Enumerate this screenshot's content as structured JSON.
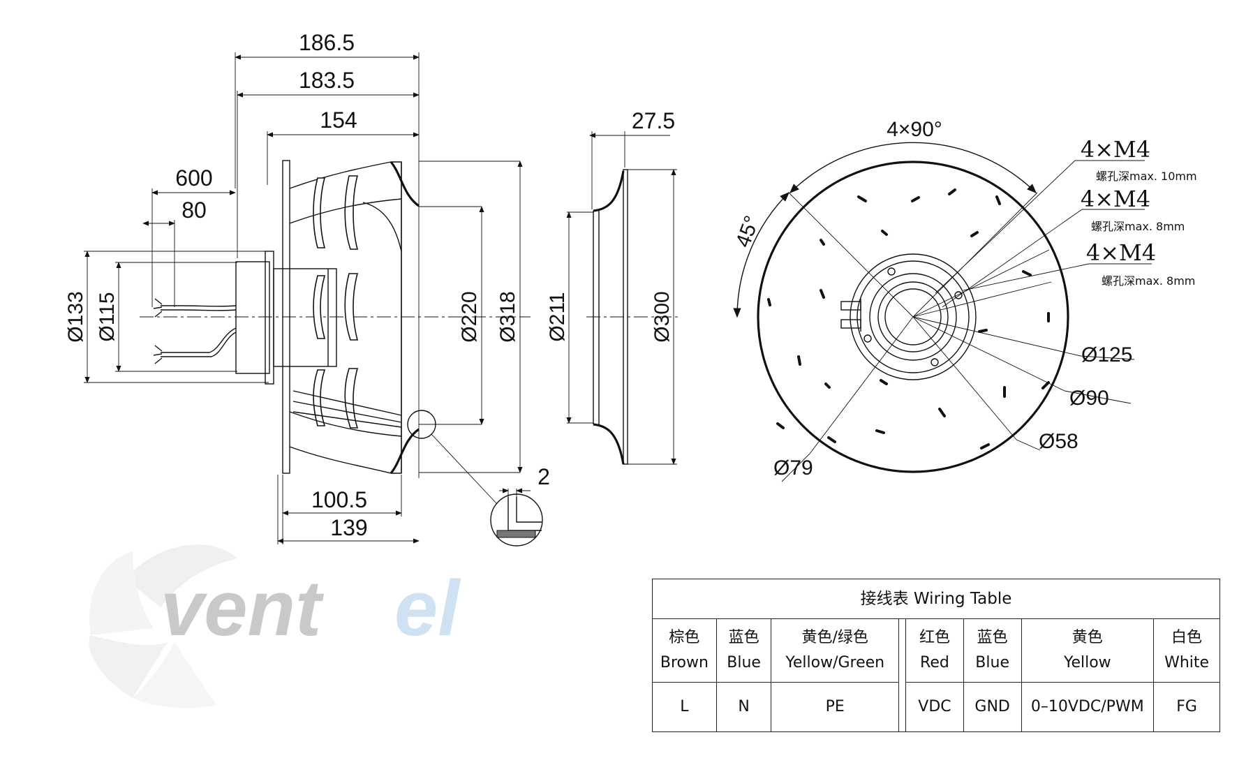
{
  "side_view": {
    "dims_top": [
      "186.5",
      "183.5",
      "154"
    ],
    "dims_cable": [
      "600",
      "80"
    ],
    "dims_left": [
      "Ø133",
      "Ø115"
    ],
    "dims_inner": [
      "Ø220",
      "Ø318"
    ],
    "dims_bottom": [
      "100.5",
      "139"
    ],
    "detail_dim": "2"
  },
  "inlet_view": {
    "dim_top": "27.5",
    "dims": [
      "Ø211",
      "Ø300"
    ]
  },
  "front_view": {
    "angle_top": "4×90°",
    "angle_left": "45°",
    "threads": [
      {
        "label": "4×M4",
        "note": "螺孔深max. 10mm"
      },
      {
        "label": "4×M4",
        "note": "螺孔深max. 8mm"
      },
      {
        "label": "4×M4",
        "note": "螺孔深max. 8mm"
      }
    ],
    "diameters": [
      "Ø125",
      "Ø90",
      "Ø58",
      "Ø79"
    ]
  },
  "wiring_table": {
    "title": "接线表  Wiring Table",
    "headers": [
      {
        "cn": "棕色",
        "en": "Brown"
      },
      {
        "cn": "蓝色",
        "en": "Blue"
      },
      {
        "cn": "黄色/绿色",
        "en": "Yellow/Green"
      },
      {
        "cn": "红色",
        "en": "Red"
      },
      {
        "cn": "蓝色",
        "en": "Blue"
      },
      {
        "cn": "黄色",
        "en": "Yellow"
      },
      {
        "cn": "白色",
        "en": "White"
      }
    ],
    "values": [
      "L",
      "N",
      "PE",
      "VDC",
      "GND",
      "0–10VDC/PWM",
      "FG"
    ]
  },
  "logo": {
    "text_a": "vent",
    "text_b": "el",
    "color_a": "#c9c9c9",
    "color_b": "#cfe2f3"
  }
}
